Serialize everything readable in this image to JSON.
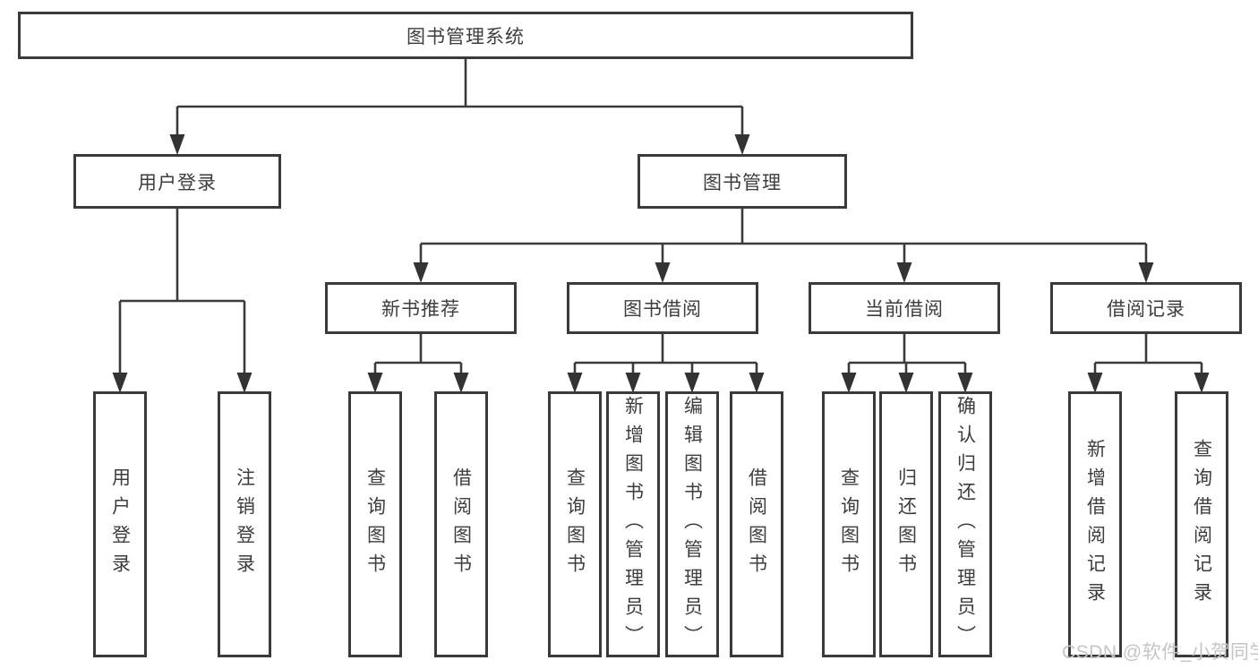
{
  "diagram": {
    "root": {
      "label": "图书管理系统"
    },
    "level2": {
      "user_login": {
        "label": "用户登录"
      },
      "book_mgmt": {
        "label": "图书管理"
      }
    },
    "level3": {
      "new_books": {
        "label": "新书推荐"
      },
      "book_borrow": {
        "label": "图书借阅"
      },
      "current_borrow": {
        "label": "当前借阅"
      },
      "borrow_records": {
        "label": "借阅记录"
      }
    },
    "leaves": {
      "user_login_leaf": "用户登录",
      "logout": "注销登录",
      "query_books_1": "查询图书",
      "borrow_books_1": "借阅图书",
      "query_books_2": "查询图书",
      "add_books_admin": "新增图书（管理员）",
      "edit_books_admin": "编辑图书（管理员）",
      "borrow_books_2": "借阅图书",
      "query_books_3": "查询图书",
      "return_books": "归还图书",
      "confirm_return_admin": "确认归还（管理员）",
      "add_borrow_record": "新增借阅记录",
      "query_borrow_record": "查询借阅记录"
    }
  },
  "watermark": "CSDN @软件_小贺同学",
  "colors": {
    "line": "#3a3a3a",
    "arrow": "#333333",
    "text": "#3d3d3d",
    "watermark": "#c5c5c5"
  }
}
